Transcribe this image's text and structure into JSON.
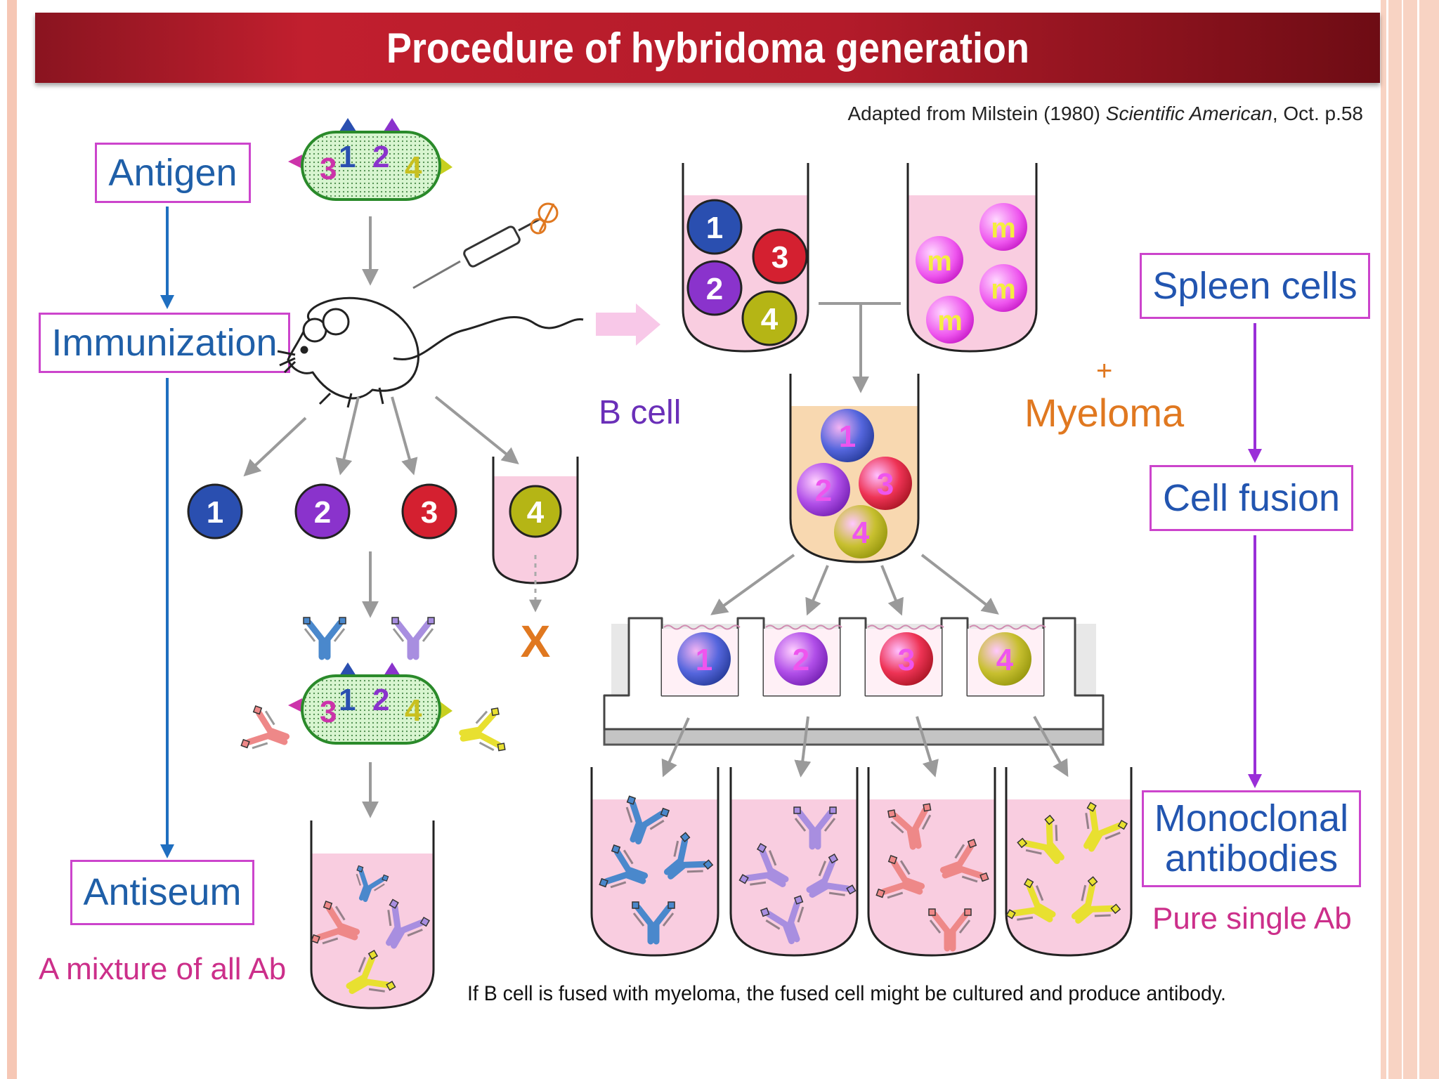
{
  "title": "Procedure of hybridoma generation",
  "source": {
    "prefix": "Adapted from Milstein (1980) ",
    "journal": "Scientific American",
    "suffix": ", Oct. p.58"
  },
  "left_flow": {
    "antigen": "Antigen",
    "immunization": "Immunization",
    "antiseum": "Antiseum",
    "mixture": "A mixture of all Ab"
  },
  "right_flow": {
    "spleen": "Spleen cells",
    "fusion": "Cell fusion",
    "monoclonal_line1": "Monoclonal",
    "monoclonal_line2": "antibodies",
    "pure": "Pure single Ab"
  },
  "labels": {
    "bcell": "B cell",
    "plus": "+",
    "myeloma": "Myeloma",
    "x_mark": "X",
    "m": "m"
  },
  "epitopes": [
    "1",
    "2",
    "3",
    "4"
  ],
  "colors": {
    "e1": "#2a4fb0",
    "e2": "#8a33cc",
    "e3": "#d42030",
    "e4": "#b5b515",
    "myeloma_cell": "#ee55ee",
    "tube_fill": "#f9cde0",
    "fusion_tube_fill": "#f8d8b0",
    "box_border": "#cc44cc",
    "left_arrow": "#1f6fc0",
    "right_arrow": "#9a2fd8",
    "title_red": "#b31b2a",
    "mixture_text": "#cc2f8a",
    "pure_text": "#cc2f8a",
    "myeloma_text": "#e07820",
    "bcell_text": "#6a2fb8"
  },
  "caption": "If B cell is fused with myeloma, the fused cell might be cultured and produce antibody."
}
